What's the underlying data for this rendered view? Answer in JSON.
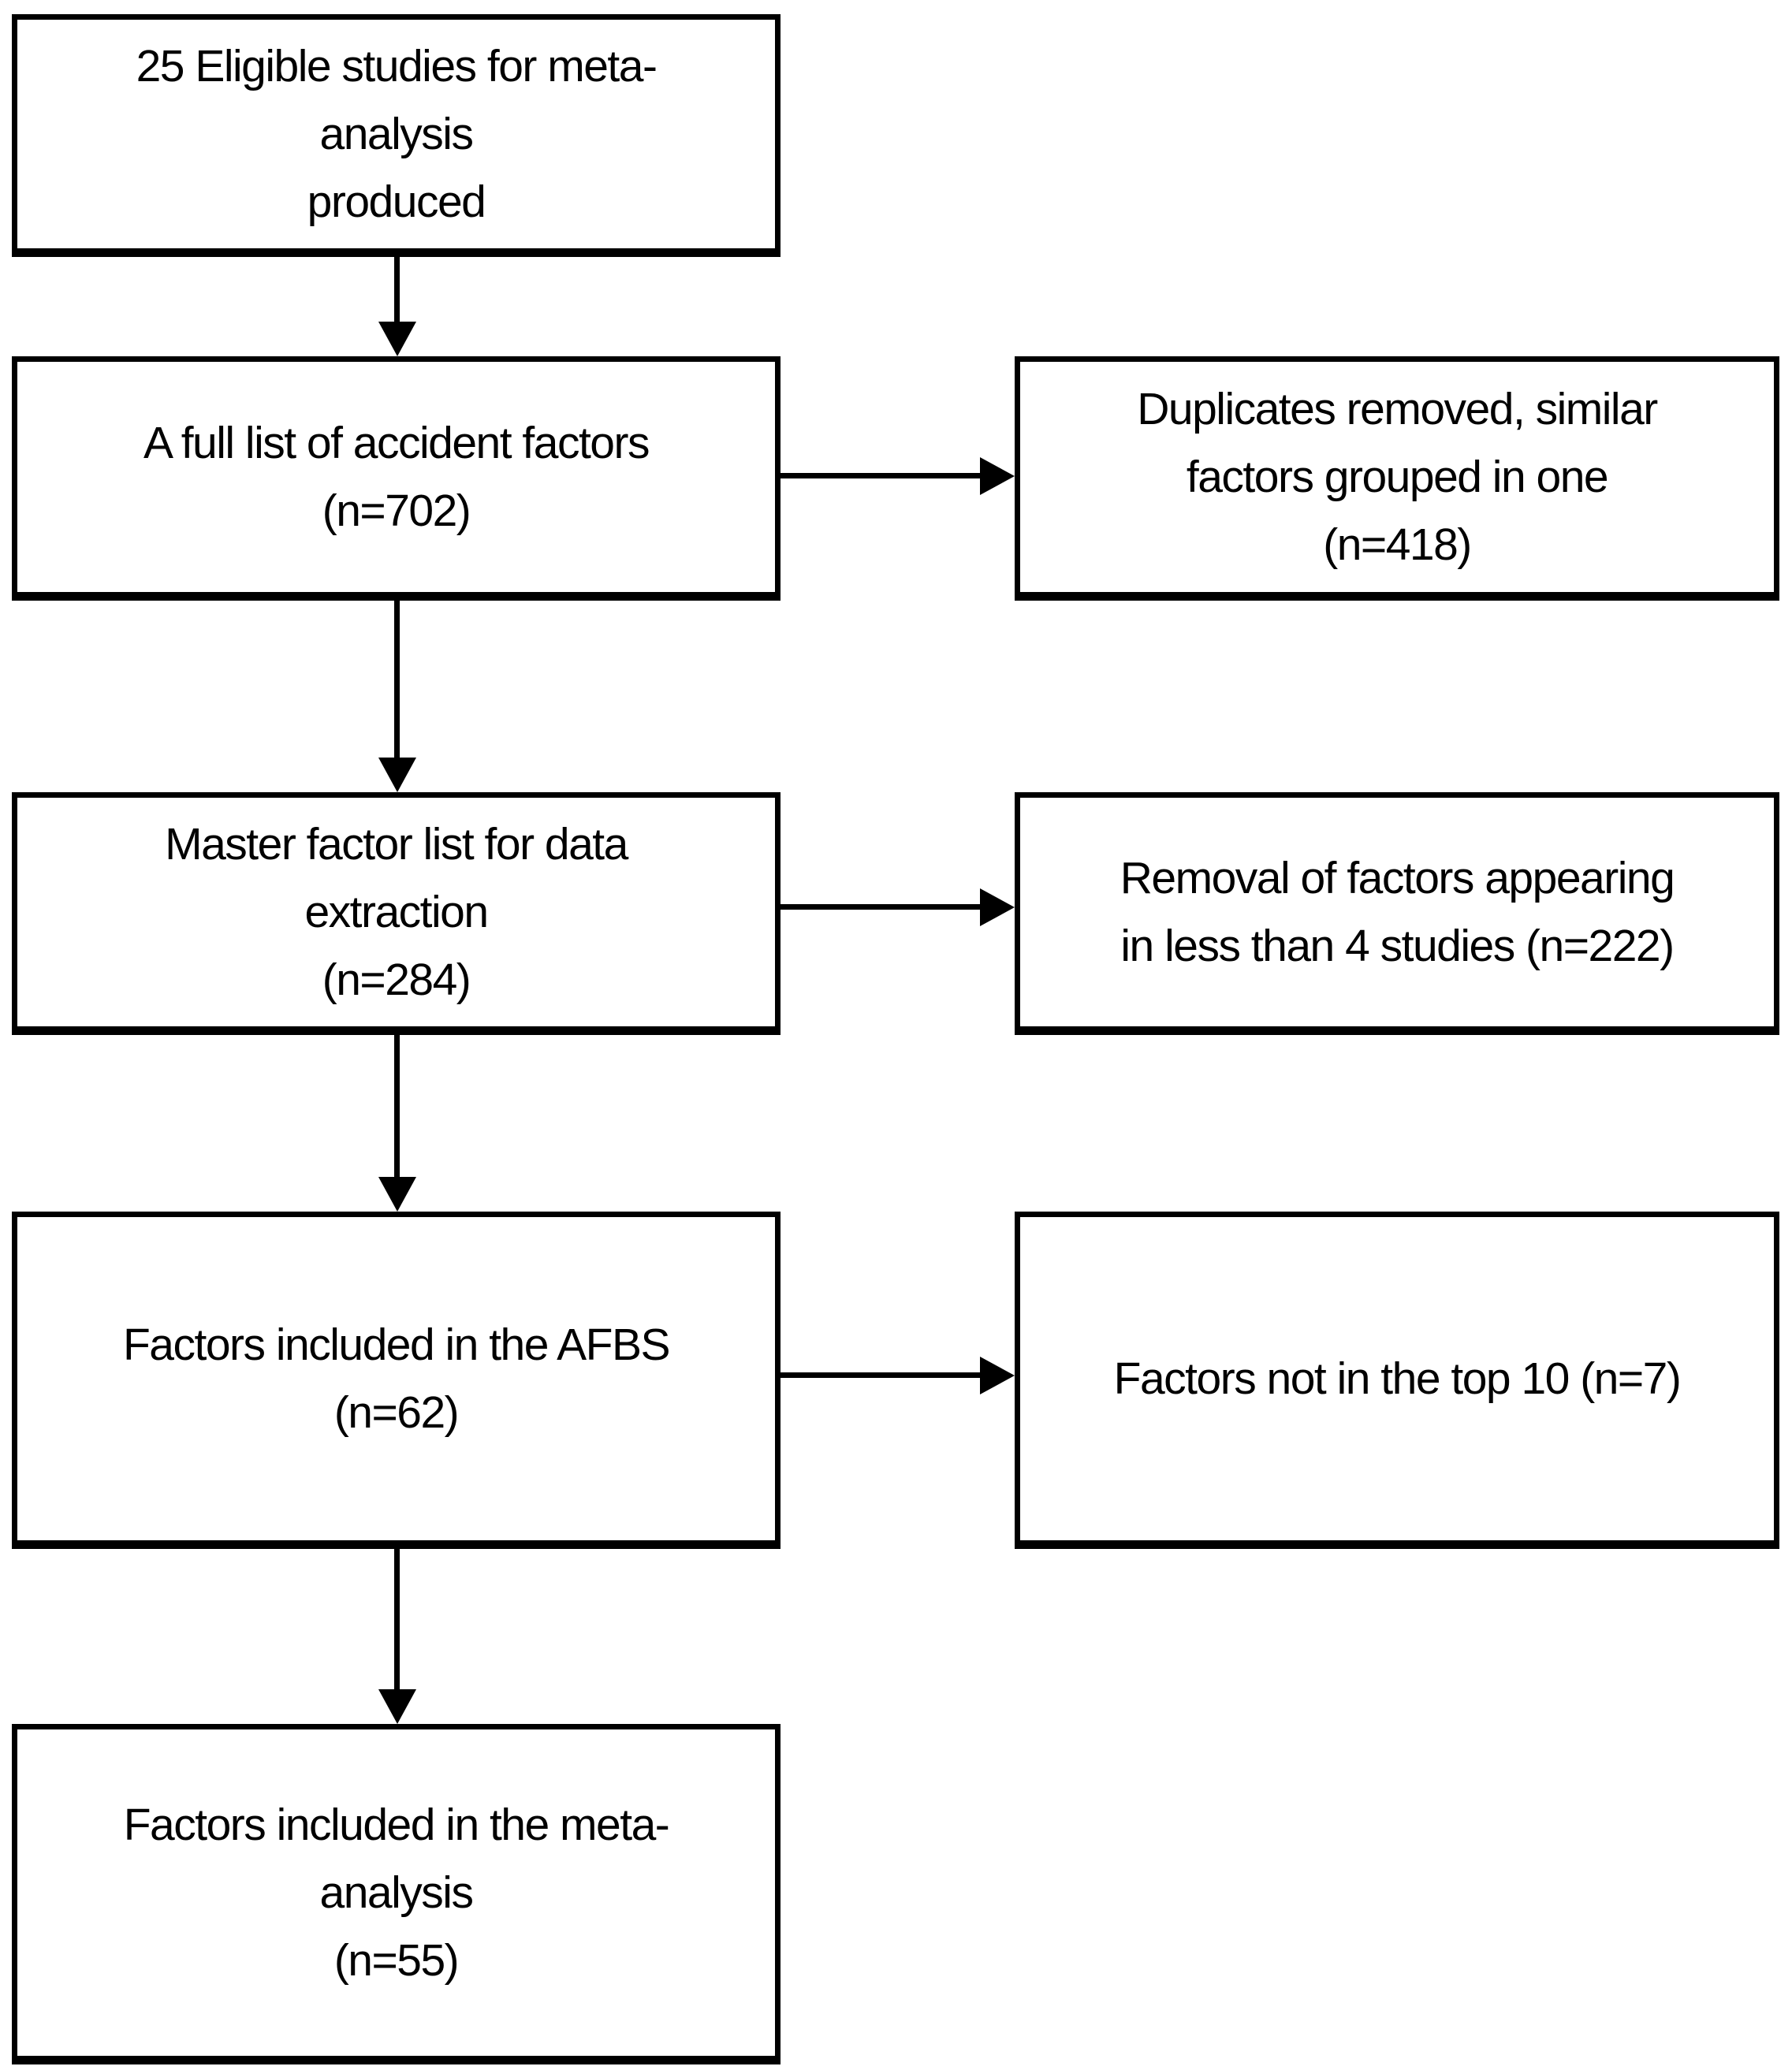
{
  "figure": {
    "type": "flowchart",
    "background_color": "#ffffff",
    "line_color": "#000000",
    "main_boxes": [
      {
        "id": "eligible-studies",
        "lines": [
          "25 Eligible studies for meta-",
          "analysis",
          "produced"
        ]
      },
      {
        "id": "full-list",
        "lines": [
          "A full list of accident factors",
          "(n=702)"
        ]
      },
      {
        "id": "master-list",
        "lines": [
          "Master factor list for data",
          "extraction",
          "(n=284)"
        ]
      },
      {
        "id": "afbs",
        "lines": [
          "Factors included in the AFBS",
          "(n=62)"
        ]
      },
      {
        "id": "meta-analysis",
        "lines": [
          "Factors included in the meta-",
          "analysis",
          "(n=55)"
        ]
      }
    ],
    "side_boxes": [
      {
        "id": "duplicates-removed",
        "lines": [
          "Duplicates removed, similar",
          "factors grouped in one",
          "(n=418)"
        ]
      },
      {
        "id": "removal-factors",
        "lines": [
          "Removal of factors appearing",
          "in less than 4 studies (n=222)"
        ]
      },
      {
        "id": "not-top-10",
        "lines": [
          "Factors not in the top 10 (n=7)"
        ]
      }
    ]
  }
}
